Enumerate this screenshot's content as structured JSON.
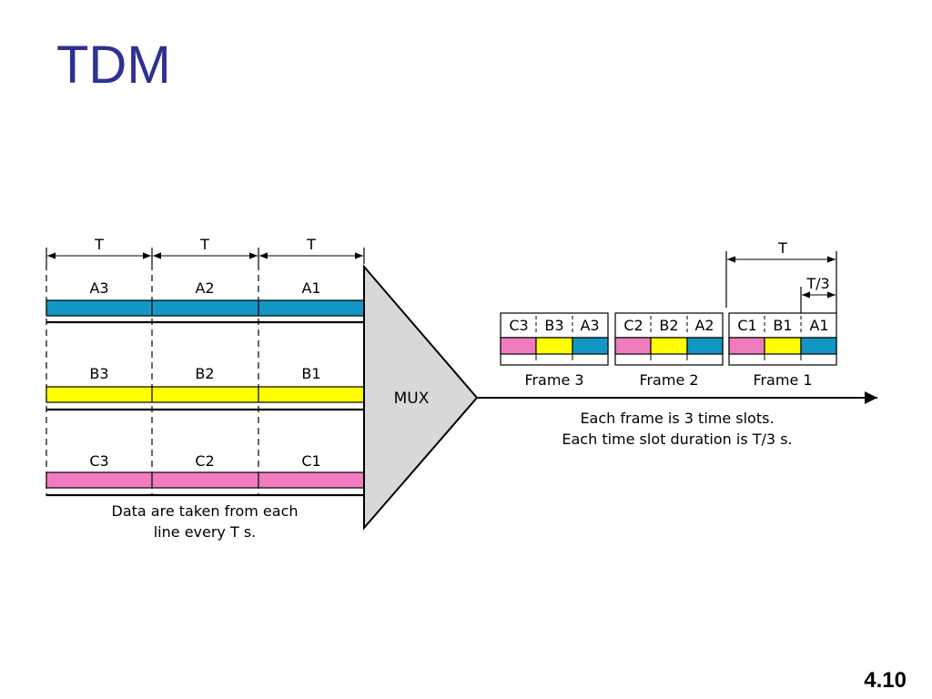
{
  "slide": {
    "title": "TDM",
    "page_number": "4.10"
  },
  "colors": {
    "title": "#2e3192",
    "line_a": "#1296c3",
    "line_b": "#ffff00",
    "line_c": "#f07cc0",
    "mux_fill": "#d8d8d8"
  },
  "inputs": {
    "period_labels": [
      "T",
      "T",
      "T"
    ],
    "lines": [
      {
        "name": "A",
        "units": [
          "A3",
          "A2",
          "A1"
        ]
      },
      {
        "name": "B",
        "units": [
          "B3",
          "B2",
          "B1"
        ]
      },
      {
        "name": "C",
        "units": [
          "C3",
          "C2",
          "C1"
        ]
      }
    ],
    "caption": [
      "Data are taken from each",
      "line every T s."
    ]
  },
  "mux": {
    "label": "MUX"
  },
  "output": {
    "frames": [
      {
        "label": "Frame 3",
        "slots": [
          "C3",
          "B3",
          "A3"
        ]
      },
      {
        "label": "Frame 2",
        "slots": [
          "C2",
          "B2",
          "A2"
        ]
      },
      {
        "label": "Frame 1",
        "slots": [
          "C1",
          "B1",
          "A1"
        ]
      }
    ],
    "frame_duration_label": "T",
    "slot_duration_label": "T/3",
    "caption": [
      "Each frame is 3 time slots.",
      "Each time slot duration is T/3 s."
    ]
  }
}
